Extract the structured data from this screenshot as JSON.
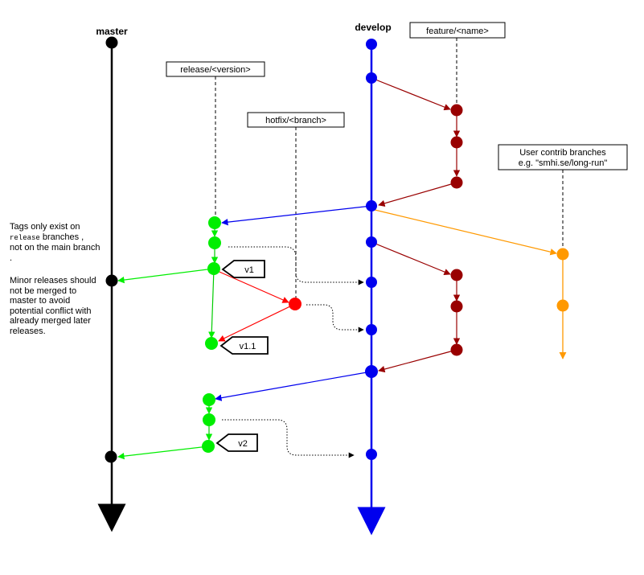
{
  "branches": {
    "master": "master",
    "develop": "develop",
    "feature": "feature/<name>",
    "release": "release/<version>",
    "hotfix": "hotfix/<branch>",
    "user_contrib_line1": "User contrib branches",
    "user_contrib_line2": "e.g. \"smhi.se/long-run\""
  },
  "tags": {
    "v1": "v1",
    "v1_1": "v1.1",
    "v2": "v2"
  },
  "notes": {
    "tags_a": "Tags  only  exist  on",
    "tags_code": "release",
    "tags_b": "  branches  ,",
    "tags_c": "not on the main branch .",
    "minor": "Minor releases should not be merged to master to avoid potential conflict with already merged later releases."
  },
  "colors": {
    "master": "#000000",
    "develop": "#0000ee",
    "feature": "#990000",
    "release": "#00ee00",
    "release_edge": "#00cc00",
    "hotfix": "#ff0000",
    "user_contrib": "#ff9900",
    "merge_back": "#000000"
  }
}
